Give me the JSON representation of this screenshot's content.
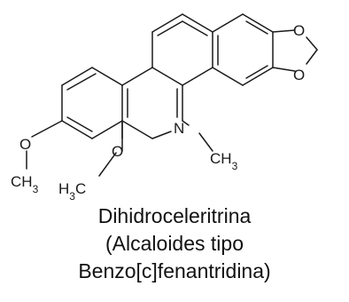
{
  "structure": {
    "atoms": {
      "o_ring_top": "O",
      "o_ring_bottom": "O",
      "n": "N",
      "ch3_n": "CH3",
      "o_left": "O",
      "ch3_left": "CH3",
      "o_center": "O",
      "h3c_center": "H3C"
    }
  },
  "caption": {
    "line1": "Dihidroceleritrina",
    "line2": "(Alcaloides tipo",
    "line3": "Benzo[c]fenantridina)"
  }
}
